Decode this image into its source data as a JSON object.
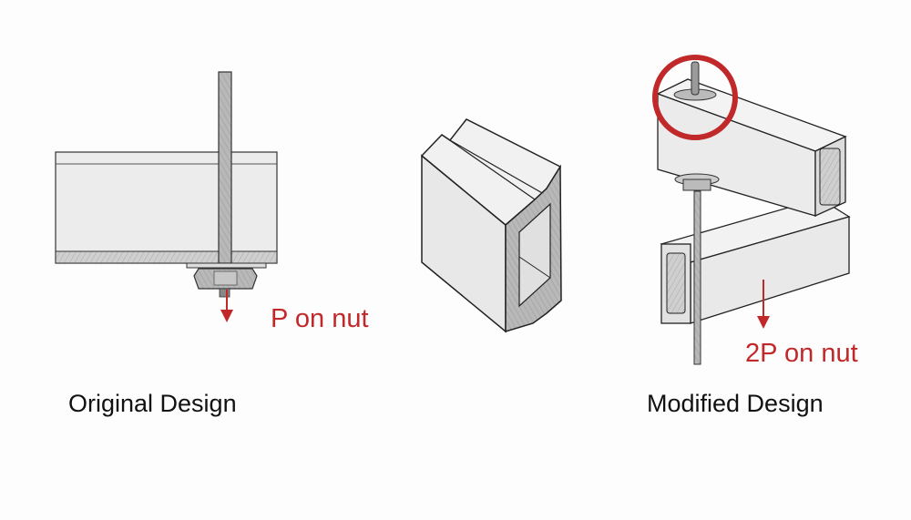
{
  "labels": {
    "original": "Original Design",
    "modified": "Modified Design"
  },
  "annotations": {
    "original_load": "P on nut",
    "modified_load": "2P on nut"
  },
  "colors": {
    "accent_red": "#c0282a",
    "outline": "#222222",
    "fill_light": "#ececec",
    "fill_shade": "#bdbdbd",
    "background": "#fdfdfd"
  }
}
